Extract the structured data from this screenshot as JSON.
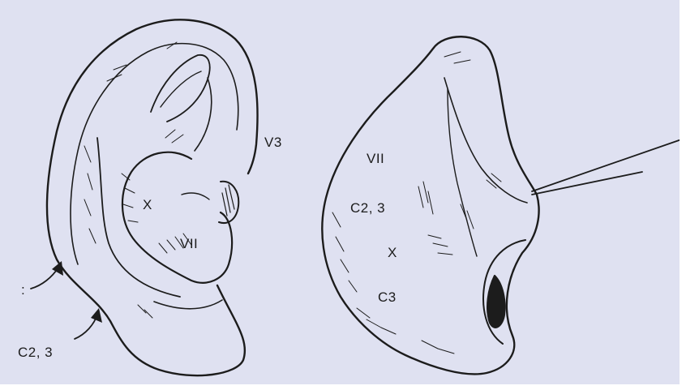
{
  "colors": {
    "background": "#dfe1f1",
    "ink": "#1c1c1c"
  },
  "ear_labels": {
    "v3": "V3",
    "x": "X",
    "vii": "VII",
    "c2_3": "C2, 3",
    "c2_3_top_fragment": ":"
  },
  "nose_labels": {
    "vii": "VII",
    "c2_3": "C2, 3",
    "x": "X",
    "c3": "C3"
  }
}
